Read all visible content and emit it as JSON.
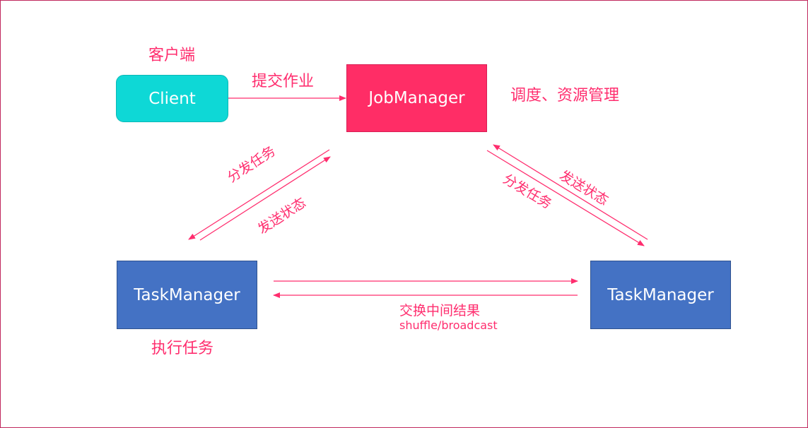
{
  "colors": {
    "accent": "#ff2d6e",
    "client": "#0ed8d6",
    "jobmanager": "#ff2d66",
    "taskmanager": "#4472c4",
    "border": "#c0285e"
  },
  "nodes": {
    "client": "Client",
    "jobmanager": "JobManager",
    "taskmanager_left": "TaskManager",
    "taskmanager_right": "TaskManager"
  },
  "labels": {
    "client_caption": "客户端",
    "submit_job": "提交作业",
    "jobmanager_caption": "调度、资源管理",
    "left_dispatch": "分发任务",
    "left_status": "发送状态",
    "right_status": "发送状态",
    "right_dispatch": "分发任务",
    "exchange": "交换中间结果",
    "exchange_sub": "shuffle/broadcast",
    "taskmanager_caption": "执行任务"
  }
}
